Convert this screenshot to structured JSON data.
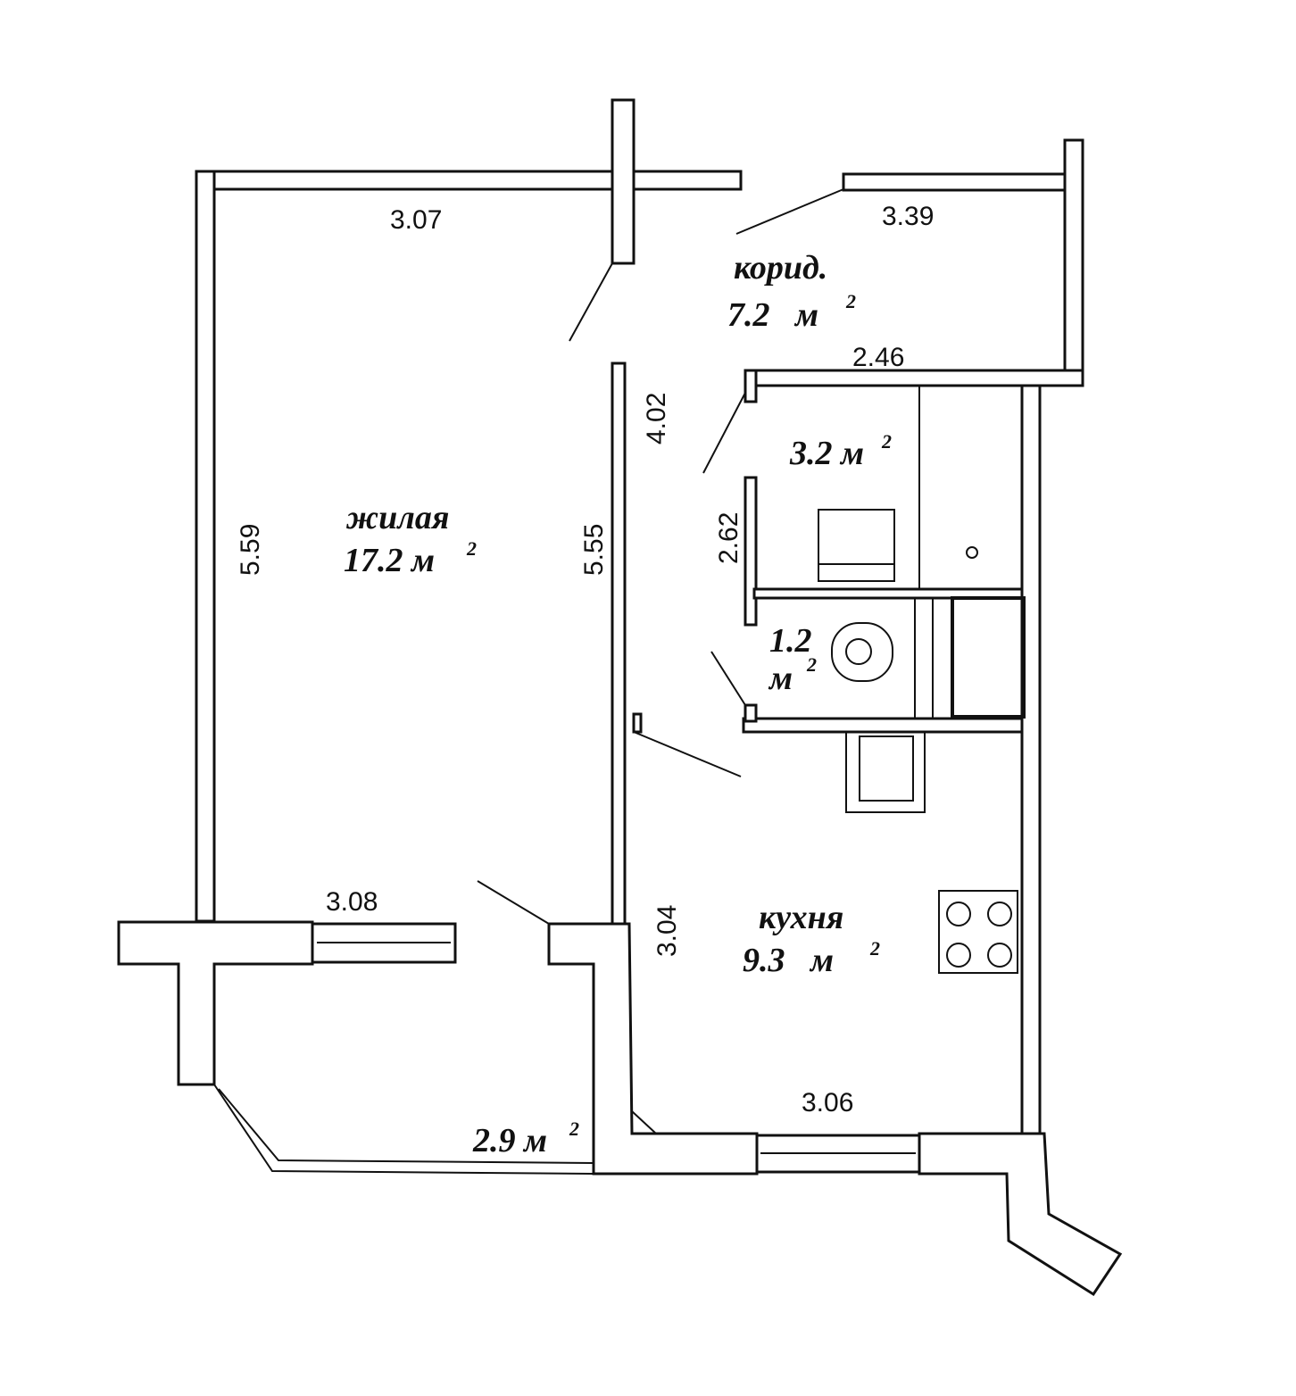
{
  "rooms": {
    "living": {
      "name": "жилая",
      "area": "17.2 м",
      "sup": "2"
    },
    "corridor": {
      "name": "корид.",
      "area": "7.2   м",
      "sup": "2"
    },
    "bathroom": {
      "area": "3.2 м",
      "sup": "2"
    },
    "toilet": {
      "area": "1.2",
      "unit": "м",
      "sup": "2"
    },
    "kitchen": {
      "name": "кухня",
      "area": "9.3   м",
      "sup": "2"
    },
    "balcony": {
      "area": "2.9 м",
      "sup": "2"
    }
  },
  "dimensions": {
    "living_top": "3.07",
    "living_left": "5.59",
    "living_right": "5.55",
    "living_bottom": "3.08",
    "corridor_top": "3.39",
    "corridor_bottom": "2.46",
    "corridor_side": "4.02",
    "bath_side": "2.62",
    "kitchen_side": "3.04",
    "kitchen_bottom": "3.06"
  }
}
